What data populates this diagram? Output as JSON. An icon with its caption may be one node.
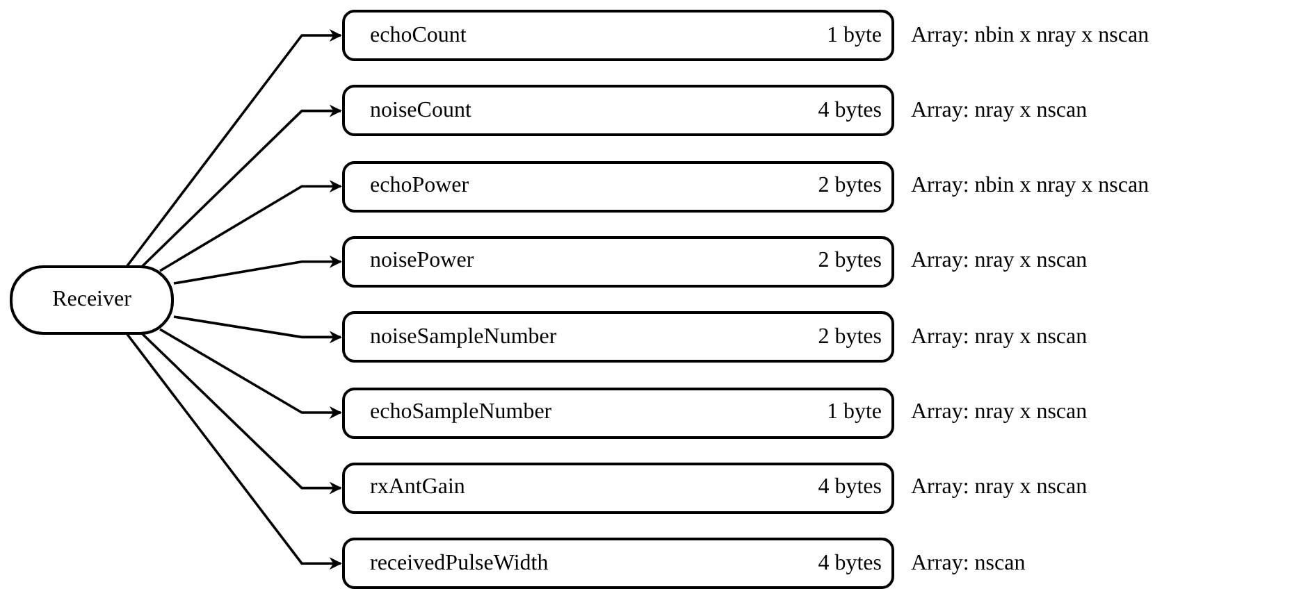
{
  "diagram": {
    "nodes": [
      {
        "text": [
          "Receiver"
        ]
      },
      {
        "text": [
          "echoCount",
          "1 byte"
        ],
        "beside": [
          "Array: nbin x nray x nscan"
        ]
      },
      {
        "text": [
          "noiseCount",
          "4 bytes"
        ],
        "beside": [
          "Array: nray x nscan"
        ]
      },
      {
        "text": [
          "echoPower",
          "2 bytes"
        ],
        "beside": [
          "Array: nbin x nray x nscan"
        ]
      },
      {
        "text": [
          "noisePower",
          "2 bytes"
        ],
        "beside": [
          "Array: nray x nscan"
        ]
      },
      {
        "text": [
          "noiseSampleNumber",
          "2 bytes"
        ],
        "beside": [
          "Array: nray x nscan"
        ]
      },
      {
        "text": [
          "echoSampleNumber",
          "1 byte"
        ],
        "beside": [
          "Array: nray x nscan"
        ]
      },
      {
        "text": [
          "rxAntGain",
          "4 bytes"
        ],
        "beside": [
          "Array: nray x nscan"
        ]
      },
      {
        "text": [
          "receivedPulseWidth",
          "4 bytes"
        ],
        "beside": [
          "Array: nscan"
        ]
      }
    ],
    "edges": [
      {
        "from": 0,
        "to": 1,
        "arrow": "to"
      },
      {
        "from": 0,
        "to": 2,
        "arrow": "to"
      },
      {
        "from": 0,
        "to": 3,
        "arrow": "to"
      },
      {
        "from": 0,
        "to": 4,
        "arrow": "to"
      },
      {
        "from": 0,
        "to": 5,
        "arrow": "to"
      },
      {
        "from": 0,
        "to": 6,
        "arrow": "to"
      },
      {
        "from": 0,
        "to": 7,
        "arrow": "to"
      },
      {
        "from": 0,
        "to": 8,
        "arrow": "to"
      }
    ]
  }
}
